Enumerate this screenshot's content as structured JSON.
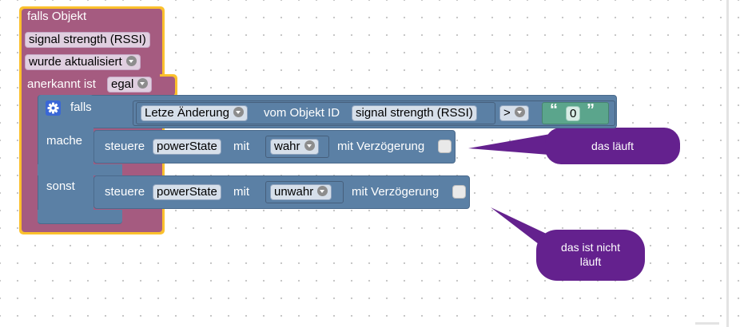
{
  "workspace": {
    "trigger_block": {
      "title": "falls Objekt",
      "object_field": "signal strength (RSSI)",
      "event_dropdown": "wurde aktualisiert",
      "ack_label": "anerkannt ist",
      "ack_dropdown": "egal"
    },
    "if_block": {
      "if_label": "falls",
      "do_label": "mache",
      "else_label": "sonst",
      "condition": {
        "property_dropdown": "Letze Änderung",
        "object_label": "vom Objekt ID",
        "object_field": "signal strength (RSSI)",
        "operator": ">",
        "string_value": "0",
        "quote_open": "“",
        "quote_close": "”"
      },
      "do_statement": {
        "control_label": "steuere",
        "target": "powerState",
        "with_label": "mit",
        "value_dropdown": "wahr",
        "delay_label": "mit Verzögerung"
      },
      "else_statement": {
        "control_label": "steuere",
        "target": "powerState",
        "with_label": "mit",
        "value_dropdown": "unwahr",
        "delay_label": "mit Verzögerung"
      }
    }
  },
  "annotations": {
    "callout_works": "das läuft",
    "callout_not_working_line1": "das ist nicht",
    "callout_not_working_line2": "läuft"
  },
  "icons": {
    "gear": "gear-icon",
    "dropdown": "dropdown-arrow-icon"
  },
  "colors": {
    "event_block": "#a55b80",
    "event_highlight": "#fbc02d",
    "logic_block": "#5b80a5",
    "text_block": "#5ba58c",
    "callout": "#64218e"
  }
}
